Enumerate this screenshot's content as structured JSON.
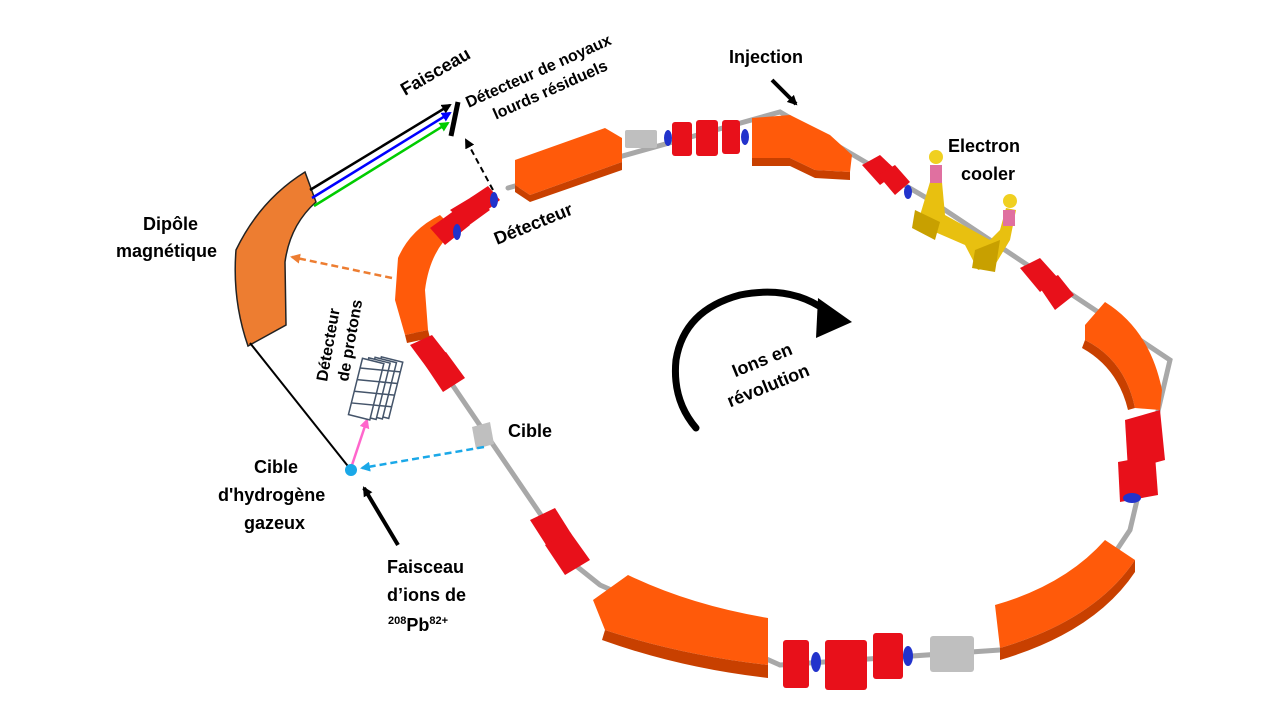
{
  "labels": {
    "faisceau": "Faisceau",
    "detecteur_noyaux_line1": "Détecteur de noyaux",
    "detecteur_noyaux_line2": "lourds résiduels",
    "injection": "Injection",
    "electron_cooler_line1": "Electron",
    "electron_cooler_line2": "cooler",
    "dipole_line1": "Dipôle",
    "dipole_line2": "magnétique",
    "detecteur": "Détecteur",
    "detecteur_protons_line1": "Détecteur",
    "detecteur_protons_line2": "de protons",
    "ions_revolution_line1": "Ions en",
    "ions_revolution_line2": "révolution",
    "cible": "Cible",
    "cible_hydrogene_line1": "Cible",
    "cible_hydrogene_line2": "d'hydrogène",
    "cible_hydrogene_line3": "gazeux",
    "faisceau_ions_line1": "Faisceau",
    "faisceau_ions_line2": "d’ions de",
    "isotope_mass": "208",
    "element": "Pb",
    "charge_state": "82+"
  },
  "colors": {
    "dipole_magnet": "#ED7D31",
    "ring_dipole": "#FF5A0A",
    "ring_dipole_dark": "#C84000",
    "quadrupole": "#E8101A",
    "quadrupole_dark": "#A00810",
    "blue_coil": "#2233CC",
    "beam_pipe": "#A8A8A8",
    "cooler": "#E8C010",
    "arrow_black": "#000000",
    "arrow_blue": "#0000FF",
    "arrow_green": "#00CC00",
    "arrow_orange_dashed": "#ED7D31",
    "arrow_cyan_dashed": "#1AA8E8",
    "arrow_pink": "#FF66CC",
    "target_dot": "#1AA8E8",
    "proton_detector": "#44546A"
  }
}
